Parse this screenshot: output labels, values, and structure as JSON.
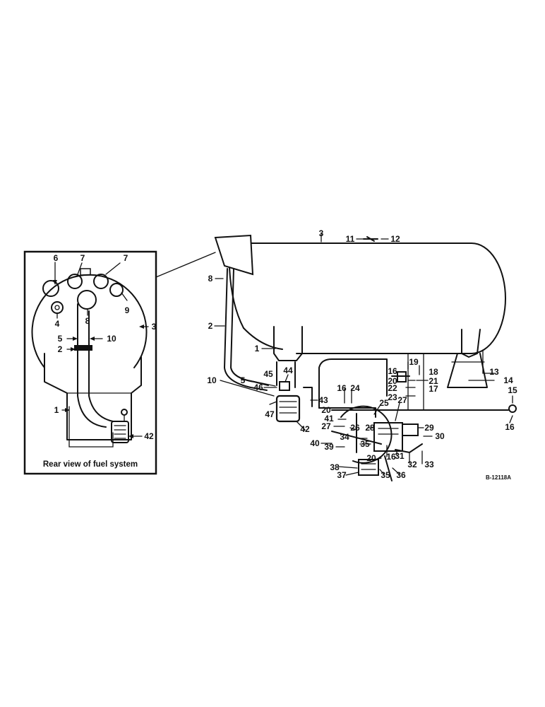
{
  "inset": {
    "caption": "Rear view of fuel system",
    "callouts": [
      "6",
      "7",
      "7",
      "9",
      "4",
      "8",
      "5",
      "10",
      "2",
      "3",
      "1",
      "42"
    ]
  },
  "main": {
    "callouts": [
      "3",
      "11",
      "12",
      "8",
      "2",
      "19",
      "16",
      "20",
      "21",
      "18",
      "13",
      "14",
      "15",
      "16",
      "17",
      "22",
      "23",
      "10",
      "5",
      "45",
      "44",
      "46",
      "1",
      "47",
      "42",
      "43",
      "16",
      "24",
      "20",
      "41",
      "27",
      "25",
      "27",
      "26",
      "28",
      "29",
      "34",
      "30",
      "40",
      "39",
      "35",
      "31",
      "32",
      "33",
      "20",
      "16",
      "38",
      "37",
      "35",
      "36"
    ]
  },
  "drawing_code": "B-12118A"
}
